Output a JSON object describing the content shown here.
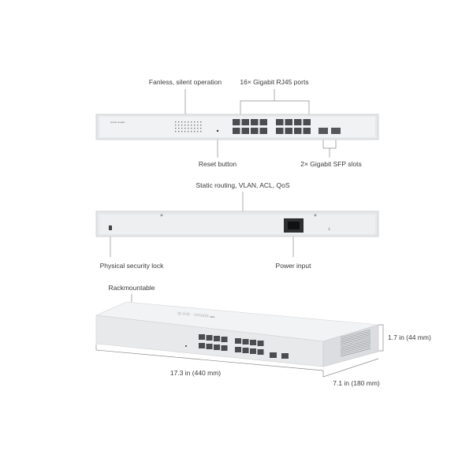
{
  "callouts": {
    "fanless": "Fanless, silent operation",
    "rj45_ports": "16× Gigabit RJ45 ports",
    "reset": "Reset button",
    "sfp": "2× Gigabit SFP slots",
    "features": "Static routing, VLAN, ACL, QoS",
    "lock": "Physical security lock",
    "power": "Power input",
    "rack": "Rackmountable"
  },
  "dimensions": {
    "width": "17.3 in (440 mm)",
    "depth": "7.1 in (180 mm)",
    "height": "1.7 in (44 mm)"
  },
  "colors": {
    "chassis": "#e9eaec",
    "port": "#4a4c50",
    "line": "#8a8a8a"
  }
}
